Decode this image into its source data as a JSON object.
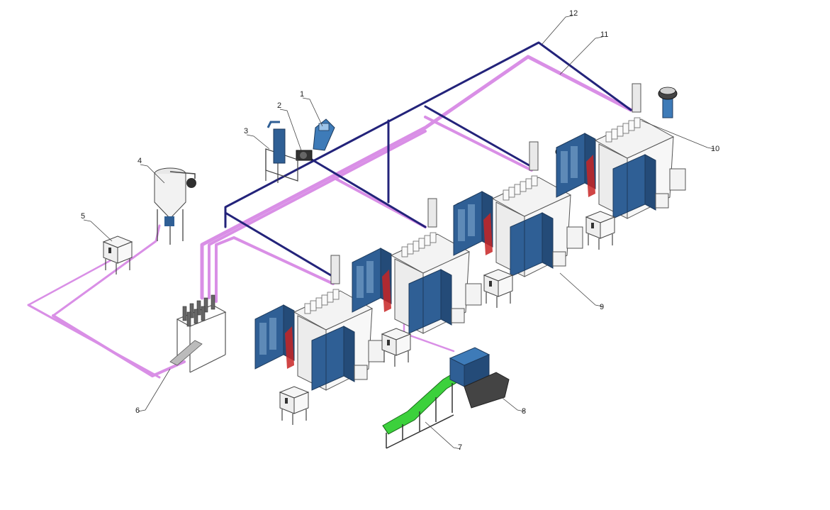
{
  "callouts": [
    {
      "label": "1"
    },
    {
      "label": "2"
    },
    {
      "label": "3"
    },
    {
      "label": "4"
    },
    {
      "label": "5"
    },
    {
      "label": "6"
    },
    {
      "label": "7"
    },
    {
      "label": "8"
    },
    {
      "label": "9"
    },
    {
      "label": "10"
    },
    {
      "label": "11"
    },
    {
      "label": "12"
    }
  ],
  "colors": {
    "supply_pipe": "#d98fe6",
    "return_pipe": "#23237a",
    "machine_blue": "#2f5f95",
    "conveyor_green": "#3cd13c",
    "frame_line": "#555555"
  }
}
